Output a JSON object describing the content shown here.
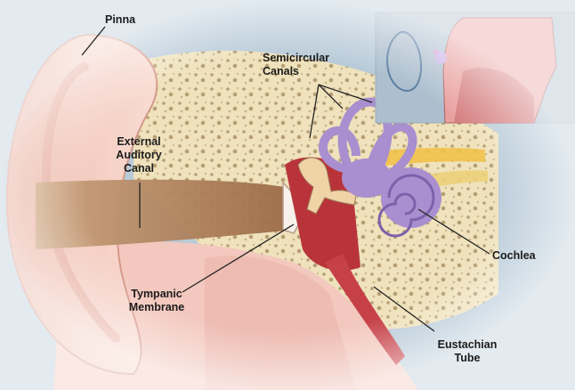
{
  "labels": {
    "pinna": "Pinna",
    "semicircular": {
      "line1": "Semicircular",
      "line2": "Canals"
    },
    "external": {
      "line1": "External",
      "line2": "Auditory",
      "line3": "Canal"
    },
    "cochlea": "Cochlea",
    "tympanic": {
      "line1": "Tympanic",
      "line2": "Membrane"
    },
    "eustachian": {
      "line1": "Eustachian",
      "line2": "Tube"
    }
  },
  "colors": {
    "background": "#b9cbd9",
    "skin": "#f1c7bf",
    "bone": "#efe2bc",
    "canal": "#d9a883",
    "middle_ear": "#b9343a",
    "inner_ear": "#a98fcf",
    "nerve": "#f1c24a",
    "leader_lines": "#222222"
  }
}
